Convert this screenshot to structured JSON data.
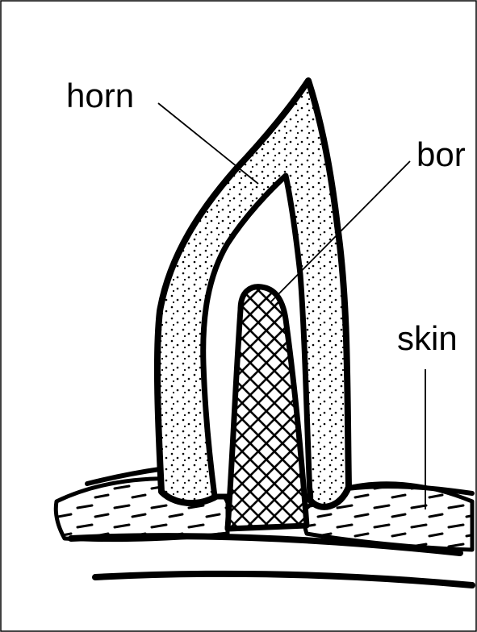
{
  "diagram": {
    "labels": {
      "horn": "horn",
      "bone": "bor",
      "skin": "skin"
    },
    "colors": {
      "ink": "#000000",
      "background": "#ffffff"
    }
  }
}
